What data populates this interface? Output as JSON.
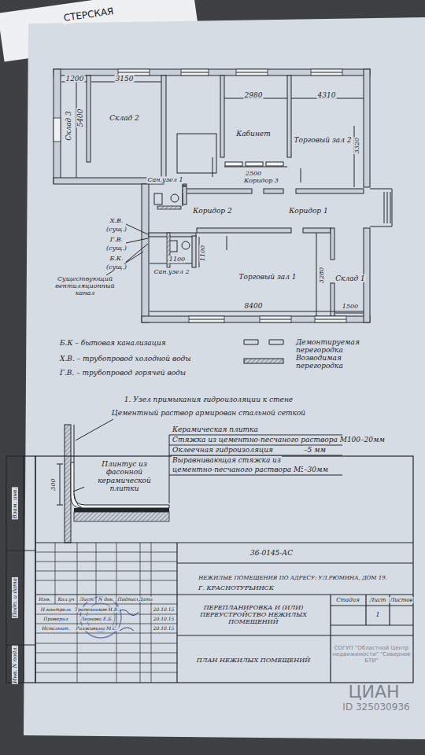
{
  "diagram": {
    "labels": [
      "СТЕРСКАЯ",
      "1200",
      "3150",
      "5400",
      "Склад 3",
      "Склад 2",
      "2980",
      "4310",
      "Кабинет",
      "Торговый зал 2",
      "3320",
      "2500",
      "Коридор 3",
      "Сан.узел 1",
      "Коридор 2",
      "Коридор 1",
      "Х.В.",
      "(сущ.)",
      "Г.В.",
      "(сущ.)",
      "Б.К.",
      "(сущ.)",
      "Существующий вентиляционный канал",
      "1100",
      "1100",
      "Сан.узел 2",
      "Торговый зал 1",
      "3280",
      "Склад 1",
      "8400",
      "1500",
      "1. Узел примыкания гидроизоляции к стене",
      "Цементный раствор армирован стальной сеткой",
      "Керамическая плитка",
      "Стяжка из цементно-песчаного раствора М100–20мм",
      "Оклеечная гидроизоляция",
      "–5 мм",
      "Выравнивающая стяжка из",
      "цементно-песчаного раствора М50",
      "–30мм",
      "300",
      "Плинтус из фасонной керамической плитки",
      "Взам. инв.",
      "Подп. и дата",
      "Инв. N подл.",
      "36-0145-АС",
      "НЕЖИЛЫЕ ПОМЕЩЕНИЯ ПО АДРЕСУ: УЛ.РЮМИНА, ДОМ 19.",
      "Г. КРАСНОТУРЬИНСК",
      "Изм.",
      "Кол.уч",
      "Лист",
      "N док.",
      "Подпись",
      "Дата",
      "Н.контроль",
      "Трапезников И.В.",
      "20.10.15",
      "Проверил",
      "Леонова Е.Б.",
      "20.10.15",
      "Исполнит.",
      "Разживина М.С.",
      "20.10.15",
      "ПЕРЕПЛАНИРОВКА И (ИЛИ) ПЕРЕУСТРОЙСТВО НЕЖИЛЫХ ПОМЕЩЕНИЙ",
      "Стадия",
      "Лист",
      "Листов",
      "1",
      "ПЛАН НЕЖИЛЫХ ПОМЕЩЕНИЙ",
      "СОГУП \"Областной Центр недвижимости\" \"Северное БТИ\"",
      "ЦИАН",
      "ID 325030936"
    ],
    "legend": [
      {
        "text": "Б.К – бытовая канализация"
      },
      {
        "text": "Х.В. – трубопровод холодной воды"
      },
      {
        "text": "Г.В. – трубопровод горячей воды"
      },
      {
        "text": "Демонтируемая перегородка"
      },
      {
        "text": "Возводимая перегородка"
      }
    ]
  }
}
